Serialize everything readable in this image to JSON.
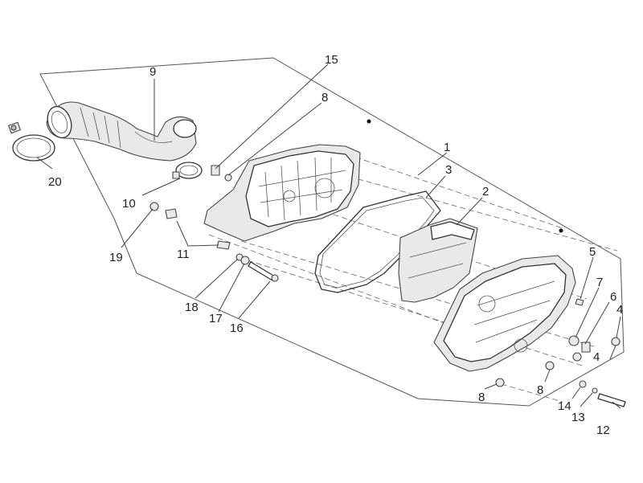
{
  "callouts": [
    {
      "id": "c1",
      "label": "1"
    },
    {
      "id": "c2",
      "label": "2"
    },
    {
      "id": "c3",
      "label": "3"
    },
    {
      "id": "c4a",
      "label": "4"
    },
    {
      "id": "c4b",
      "label": "4"
    },
    {
      "id": "c5",
      "label": "5"
    },
    {
      "id": "c6",
      "label": "6"
    },
    {
      "id": "c7",
      "label": "7"
    },
    {
      "id": "c8a",
      "label": "8"
    },
    {
      "id": "c8b",
      "label": "8"
    },
    {
      "id": "c8c",
      "label": "8"
    },
    {
      "id": "c9",
      "label": "9"
    },
    {
      "id": "c10",
      "label": "10"
    },
    {
      "id": "c11",
      "label": "11"
    },
    {
      "id": "c12",
      "label": "12"
    },
    {
      "id": "c13",
      "label": "13"
    },
    {
      "id": "c14",
      "label": "14"
    },
    {
      "id": "c15",
      "label": "15"
    },
    {
      "id": "c16",
      "label": "16"
    },
    {
      "id": "c17",
      "label": "17"
    },
    {
      "id": "c18",
      "label": "18"
    },
    {
      "id": "c19",
      "label": "19"
    },
    {
      "id": "c20",
      "label": "20"
    }
  ]
}
